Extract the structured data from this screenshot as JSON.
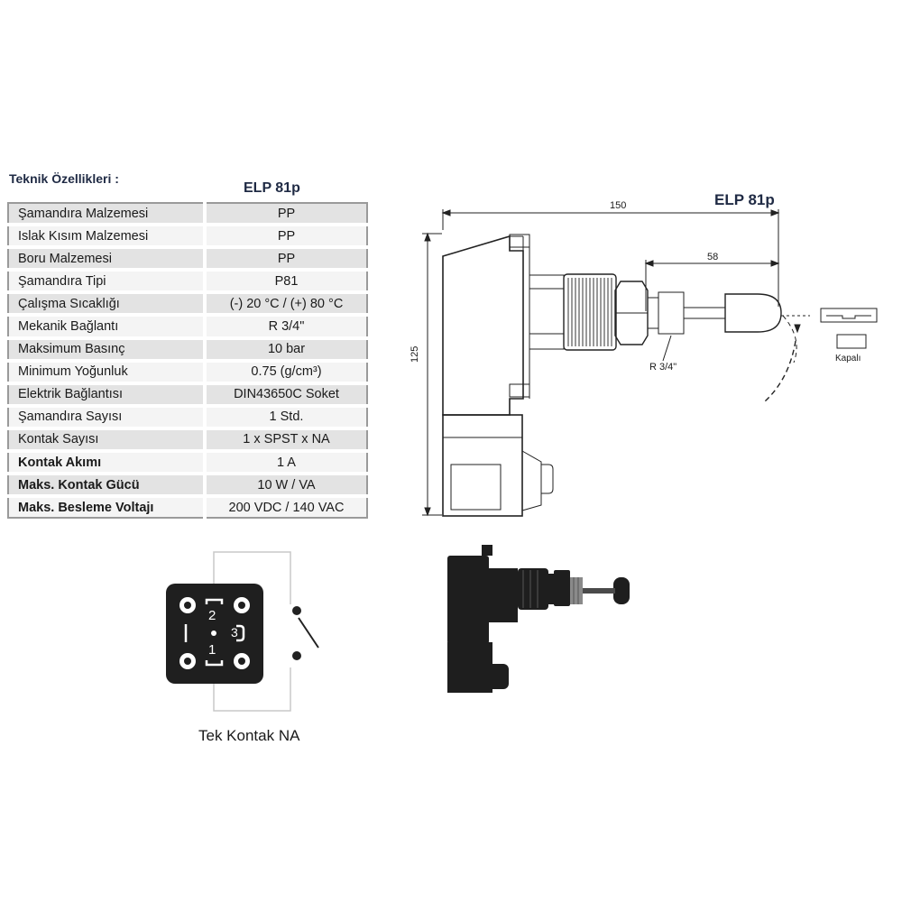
{
  "heading": "Teknik Özellikleri :",
  "model": "ELP 81p",
  "specs": [
    {
      "label": "Şamandıra Malzemesi",
      "value": "PP",
      "bold": false
    },
    {
      "label": "Islak Kısım Malzemesi",
      "value": "PP",
      "bold": false
    },
    {
      "label": "Boru Malzemesi",
      "value": "PP",
      "bold": false
    },
    {
      "label": "Şamandıra Tipi",
      "value": "P81",
      "bold": false
    },
    {
      "label": "Çalışma Sıcaklığı",
      "value": "(-) 20 °C / (+) 80 °C",
      "bold": false
    },
    {
      "label": "Mekanik Bağlantı",
      "value": "R 3/4\"",
      "bold": false
    },
    {
      "label": "Maksimum Basınç",
      "value": "10 bar",
      "bold": false
    },
    {
      "label": "Minimum Yoğunluk",
      "value": "0.75 (g/cm³)",
      "bold": false
    },
    {
      "label": "Elektrik Bağlantısı",
      "value": "DIN43650C Soket",
      "bold": false
    },
    {
      "label": "Şamandıra Sayısı",
      "value": "1 Std.",
      "bold": false
    },
    {
      "label": "Kontak Sayısı",
      "value": "1 x SPST x NA",
      "bold": false
    },
    {
      "label": "Kontak Akımı",
      "value": "1  A",
      "bold": true
    },
    {
      "label": "Maks. Kontak Gücü",
      "value": "10 W / VA",
      "bold": true
    },
    {
      "label": "Maks. Besleme Voltajı",
      "value": "200 VDC / 140 VAC",
      "bold": true
    }
  ],
  "drawing": {
    "title": "ELP 81p",
    "dim_width": "150",
    "dim_height": "125",
    "dim_float": "58",
    "thread": "R 3/4\"",
    "state_label": "Kapalı"
  },
  "connector": {
    "pin_top": "2",
    "pin_right": "3",
    "pin_bottom": "1",
    "caption": "Tek Kontak NA"
  }
}
